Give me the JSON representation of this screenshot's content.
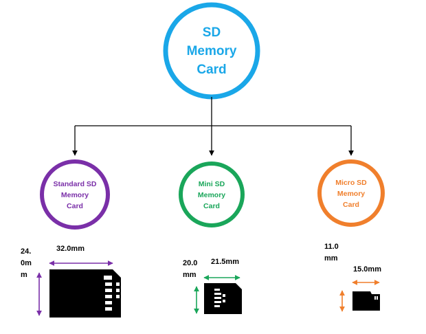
{
  "root": {
    "line1": "SD",
    "line2": "Memory",
    "line3": "Card",
    "color": "#1aa7e8"
  },
  "children": [
    {
      "lines": [
        "Standard SD",
        "Memory",
        "Card"
      ],
      "color": "#7a2fa8"
    },
    {
      "lines": [
        "Mini SD",
        "Memory",
        "Card"
      ],
      "color": "#1aa65a"
    },
    {
      "lines": [
        "Micro SD",
        "Memory",
        "Card"
      ],
      "color": "#f07f2c"
    }
  ],
  "dimensions": {
    "standard": {
      "height_label": "24.\n0m\nm",
      "width_label": "32.0mm"
    },
    "mini": {
      "height_label": "20.0\nmm",
      "width_label": "21.5mm"
    },
    "micro": {
      "height_label": "11.0\nmm",
      "width_label": "15.0mm"
    }
  },
  "card_color": "#000000",
  "line_color": "#000000"
}
